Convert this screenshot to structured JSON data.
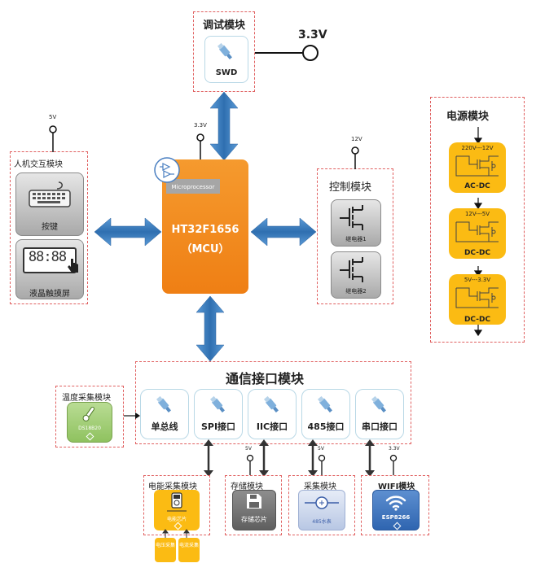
{
  "debug": {
    "title": "调试模块",
    "swd": "SWD",
    "voltage": "3.3V"
  },
  "hmi": {
    "title": "人机交互模块",
    "voltage": "5V",
    "keyboard_label": "按键",
    "lcd_label": "液晶触摸屏",
    "lcd_text": "88:88"
  },
  "mcu": {
    "name": "HT32F1656",
    "type": "（MCU）",
    "sublabel": "Microprocessor",
    "voltage": "3.3V"
  },
  "control": {
    "title": "控制模块",
    "voltage": "12V",
    "relay1": "继电器1",
    "relay2": "继电器2"
  },
  "power": {
    "title": "电源模块",
    "stages": [
      {
        "top": "220V---12V",
        "label": "AC-DC"
      },
      {
        "top": "12V---5V",
        "label": "DC-DC"
      },
      {
        "top": "5V---3.3V",
        "label": "DC-DC"
      }
    ]
  },
  "comm": {
    "title": "通信接口模块",
    "ports": [
      "单总线",
      "SPI接口",
      "IIC接口",
      "485接口",
      "串口接口"
    ]
  },
  "temp": {
    "title": "温度采集模块",
    "chip": "DS18B20"
  },
  "energy": {
    "title": "电能采集模块",
    "chip": "电能芯片",
    "sub1": "电压采集",
    "sub2": "电流采集"
  },
  "storage": {
    "title": "存储模块",
    "voltage": "5V",
    "chip": "存储芯片"
  },
  "acq": {
    "title": "采集模块",
    "voltage": "5V",
    "chip": "485水表"
  },
  "wifi": {
    "title": "WIFI模块",
    "voltage": "3.3V",
    "chip": "ESP8266"
  },
  "colors": {
    "arrow": "#3a78b8",
    "mcu": "#f28a1f",
    "power": "#fbbb13",
    "dash": "#e06060"
  }
}
